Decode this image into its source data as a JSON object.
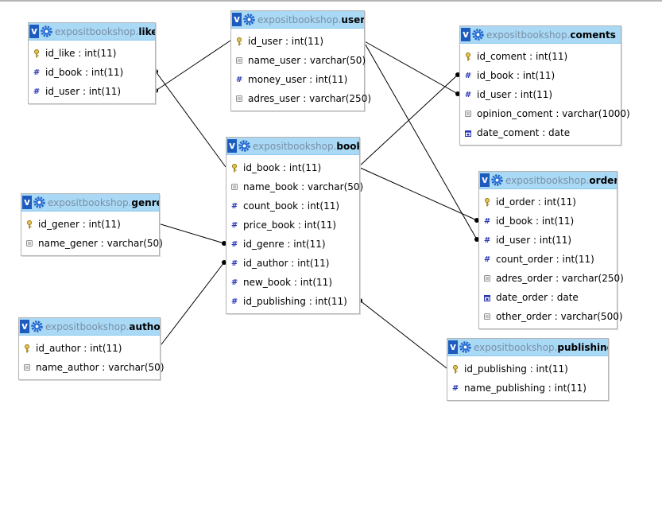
{
  "diagram": {
    "db_name": "expositbookshop",
    "tables": [
      {
        "id": "like",
        "name": "like",
        "fields": [
          {
            "icon": "key-icon",
            "label": "id_like : int(11)"
          },
          {
            "icon": "hash-icon",
            "label": "id_book : int(11)"
          },
          {
            "icon": "hash-icon",
            "label": "id_user : int(11)"
          }
        ]
      },
      {
        "id": "user",
        "name": "user",
        "fields": [
          {
            "icon": "key-icon",
            "label": "id_user : int(11)"
          },
          {
            "icon": "text-icon",
            "label": "name_user : varchar(50)"
          },
          {
            "icon": "hash-icon",
            "label": "money_user : int(11)"
          },
          {
            "icon": "text-icon",
            "label": "adres_user : varchar(250)"
          }
        ]
      },
      {
        "id": "coments",
        "name": "coments",
        "fields": [
          {
            "icon": "key-icon",
            "label": "id_coment : int(11)"
          },
          {
            "icon": "hash-icon",
            "label": "id_book : int(11)"
          },
          {
            "icon": "hash-icon",
            "label": "id_user : int(11)"
          },
          {
            "icon": "text-icon",
            "label": "opinion_coment : varchar(1000)"
          },
          {
            "icon": "date-icon",
            "label": "date_coment : date"
          }
        ]
      },
      {
        "id": "book",
        "name": "book",
        "fields": [
          {
            "icon": "key-icon",
            "label": "id_book : int(11)"
          },
          {
            "icon": "text-icon",
            "label": "name_book : varchar(50)"
          },
          {
            "icon": "hash-icon",
            "label": "count_book : int(11)"
          },
          {
            "icon": "hash-icon",
            "label": "price_book : int(11)"
          },
          {
            "icon": "hash-icon",
            "label": "id_genre : int(11)"
          },
          {
            "icon": "hash-icon",
            "label": "id_author : int(11)"
          },
          {
            "icon": "hash-icon",
            "label": "new_book : int(11)"
          },
          {
            "icon": "hash-icon",
            "label": "id_publishing : int(11)"
          }
        ]
      },
      {
        "id": "genre",
        "name": "genre",
        "fields": [
          {
            "icon": "key-icon",
            "label": "id_gener : int(11)"
          },
          {
            "icon": "text-icon",
            "label": "name_gener : varchar(50)"
          }
        ]
      },
      {
        "id": "order",
        "name": "order",
        "fields": [
          {
            "icon": "key-icon",
            "label": "id_order : int(11)"
          },
          {
            "icon": "hash-icon",
            "label": "id_book : int(11)"
          },
          {
            "icon": "hash-icon",
            "label": "id_user : int(11)"
          },
          {
            "icon": "hash-icon",
            "label": "count_order : int(11)"
          },
          {
            "icon": "text-icon",
            "label": "adres_order : varchar(250)"
          },
          {
            "icon": "date-icon",
            "label": "date_order : date"
          },
          {
            "icon": "text-icon",
            "label": "other_order : varchar(500)"
          }
        ]
      },
      {
        "id": "author",
        "name": "author",
        "fields": [
          {
            "icon": "key-icon",
            "label": "id_author : int(11)"
          },
          {
            "icon": "text-icon",
            "label": "name_author : varchar(50)"
          }
        ]
      },
      {
        "id": "publishing",
        "name": "publishing",
        "fields": [
          {
            "icon": "key-icon",
            "label": "id_publishing : int(11)"
          },
          {
            "icon": "hash-icon",
            "label": "name_publishing : int(11)"
          }
        ]
      }
    ],
    "relations": [
      {
        "from": "like.id_book",
        "to": "book.id_book"
      },
      {
        "from": "like.id_user",
        "to": "user.id_user"
      },
      {
        "from": "coments.id_book",
        "to": "book.id_book"
      },
      {
        "from": "coments.id_user",
        "to": "user.id_user"
      },
      {
        "from": "order.id_book",
        "to": "book.id_book"
      },
      {
        "from": "order.id_user",
        "to": "user.id_user"
      },
      {
        "from": "book.id_genre",
        "to": "genre.id_gener"
      },
      {
        "from": "book.id_author",
        "to": "author.id_author"
      },
      {
        "from": "book.id_publishing",
        "to": "publishing.id_publishing"
      }
    ],
    "colors": {
      "header_bg": "#a9d9f5",
      "toggle_bg": "#1d5bbf",
      "db_prefix_text": "#7a8fa6",
      "hash_icon": "#2a35b5",
      "key_icon": "#c9a227",
      "line": "#000000"
    }
  }
}
